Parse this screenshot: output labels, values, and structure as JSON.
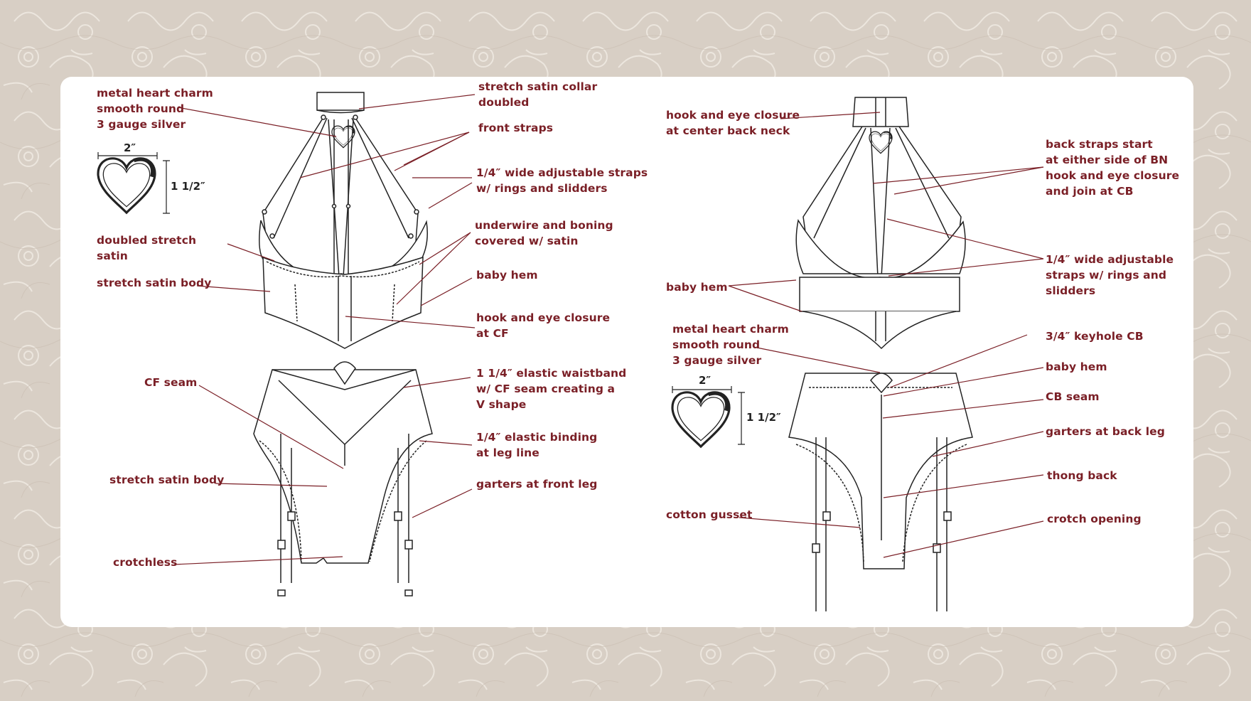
{
  "colors": {
    "label": "#7a1f26",
    "leader": "#7a1f26",
    "sketch": "#222222",
    "card": "#ffffff",
    "background": "#d9d0c6"
  },
  "front": {
    "top": {
      "heart_charm": "metal heart charm\nsmooth round\n3 gauge silver",
      "collar": "stretch satin collar\ndoubled",
      "front_straps": "front straps",
      "adjustable_straps": "1/4″ wide adjustable straps\nw/ rings and slidders",
      "doubled_satin": "doubled stretch\nsatin",
      "underwire": "underwire and boning\ncovered w/ satin",
      "satin_body": "stretch satin body",
      "baby_hem": "baby hem",
      "hook_eye": "hook and eye closure\nat CF"
    },
    "bottom": {
      "cf_seam": "CF seam",
      "waistband": "1 1/4″ elastic waistband\nw/ CF seam creating a\nV shape",
      "binding": "1/4″ elastic binding\nat leg line",
      "satin_body": "stretch satin body",
      "garters": "garters at front leg",
      "crotchless": "crotchless"
    },
    "heart_width": "2″",
    "heart_height": "1 1/2″"
  },
  "back": {
    "top": {
      "hook_eye": "hook and eye closure\nat center back neck",
      "straps_start": "back straps start\nat either side of BN\nhook and eye closure\nand join at CB",
      "adjustable_straps": "1/4″ wide adjustable\nstraps w/ rings and\nslidders",
      "baby_hem": "baby hem",
      "heart_charm": "metal heart charm\nsmooth round\n3 gauge silver"
    },
    "bottom": {
      "keyhole": "3/4″ keyhole CB",
      "baby_hem": "baby hem",
      "cb_seam": "CB seam",
      "garters": "garters at back leg",
      "thong": "thong back",
      "gusset": "cotton gusset",
      "crotch": "crotch opening"
    },
    "heart_width": "2″",
    "heart_height": "1 1/2″"
  }
}
